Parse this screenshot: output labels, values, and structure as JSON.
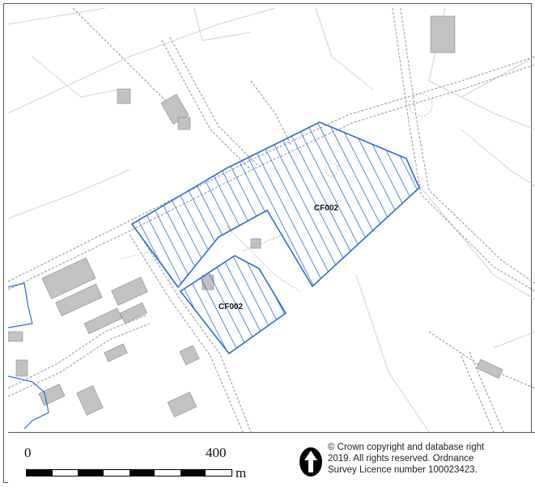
{
  "map": {
    "parcel_labels": [
      "CF002",
      "CF002"
    ],
    "colors": {
      "site_boundary": "#2a6fdb",
      "roads": "#9a9a9a",
      "buildings": "#b8b8b8",
      "background": "#ffffff"
    }
  },
  "scale": {
    "start_label": "0",
    "end_label": "400",
    "unit": "m",
    "segments": 8
  },
  "north_arrow": {
    "icon": "north-arrow-icon"
  },
  "copyright": {
    "text": "© Crown copyright and database right\n2019.  All rights reserved. Ordnance\nSurvey Licence number 100023423."
  }
}
